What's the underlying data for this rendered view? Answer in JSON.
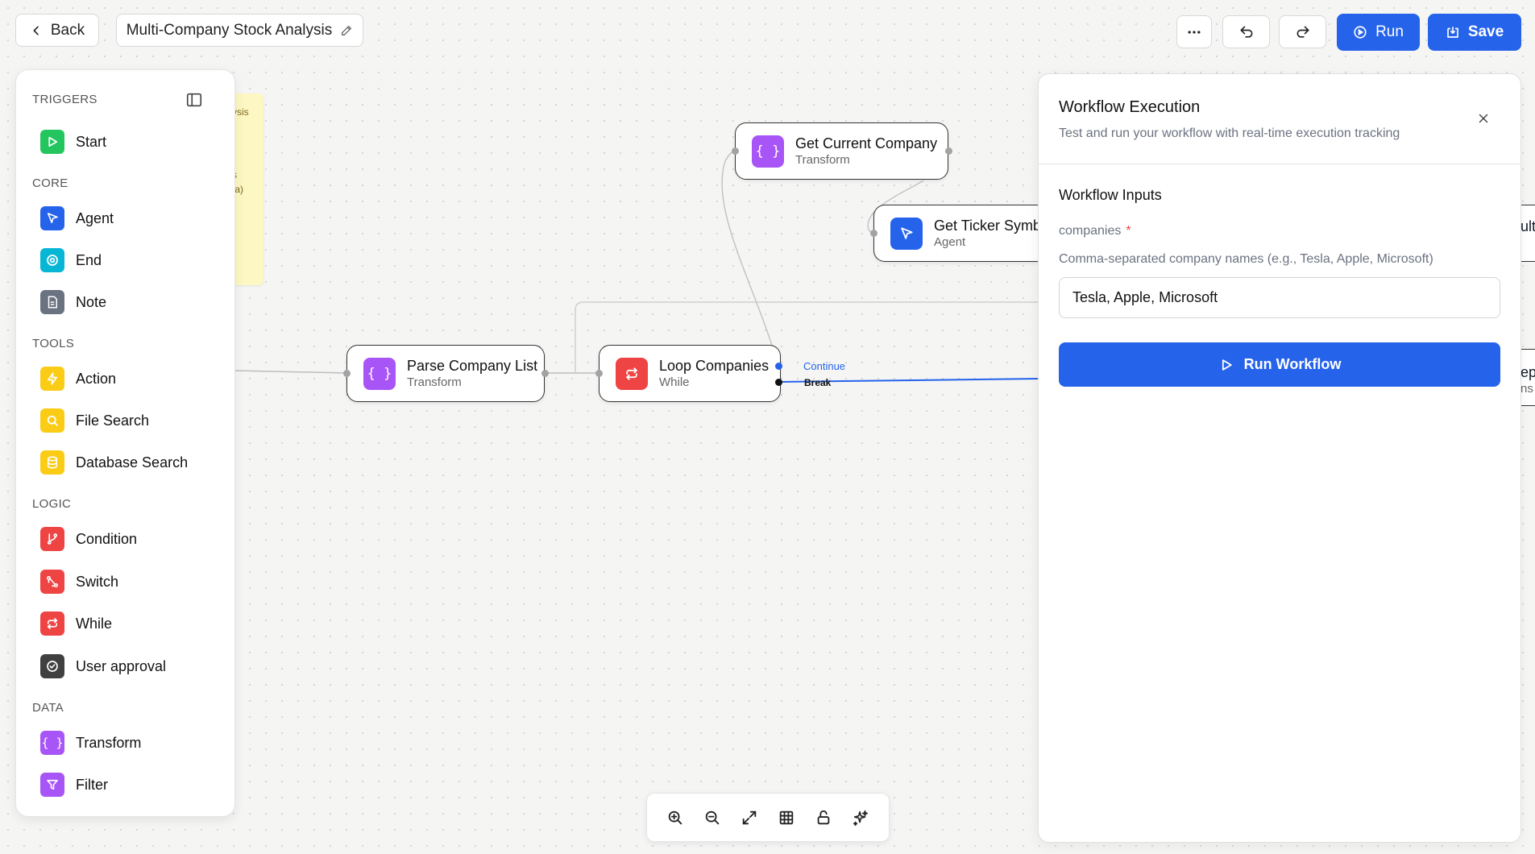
{
  "topbar": {
    "back_label": "Back",
    "workflow_title": "Multi-Company Stock Analysis",
    "run_label": "Run",
    "save_label": "Save"
  },
  "palette": {
    "sections": {
      "triggers": "TRIGGERS",
      "core": "CORE",
      "tools": "TOOLS",
      "logic": "LOGIC",
      "data": "DATA"
    },
    "items": {
      "start": "Start",
      "agent": "Agent",
      "end": "End",
      "note": "Note",
      "action": "Action",
      "file_search": "File Search",
      "database_search": "Database Search",
      "condition": "Condition",
      "switch": "Switch",
      "while": "While",
      "user_approval": "User approval",
      "transform": "Transform",
      "filter": "Filter"
    },
    "colors": {
      "start": "#22c55e",
      "agent": "#2563eb",
      "end": "#06b6d4",
      "note": "#6b7280",
      "tools": "#facc15",
      "logic": "#ef4444",
      "approval": "#404040",
      "data": "#a855f7"
    }
  },
  "note_fragment": {
    "line1": "ysis",
    "line2": "s",
    "line3": "ta)",
    "line4": "!"
  },
  "nodes": {
    "get_current_company": {
      "title": "Get Current Company",
      "subtitle": "Transform"
    },
    "get_ticker_symbol": {
      "title": "Get Ticker Symbo",
      "subtitle": "Agent"
    },
    "parse_company_list": {
      "title": "Parse Company List",
      "subtitle": "Transform"
    },
    "loop_companies": {
      "title": "Loop Companies",
      "subtitle": "While",
      "continue_label": "Continue",
      "break_label": "Break"
    },
    "hidden_right_1": {
      "title": "ult"
    },
    "hidden_right_2": {
      "title": "ep",
      "subtitle": "ns"
    }
  },
  "panel": {
    "title": "Workflow Execution",
    "subtitle": "Test and run your workflow with real-time execution tracking",
    "inputs_heading": "Workflow Inputs",
    "field_label": "companies",
    "required_mark": "*",
    "field_help": "Comma-separated company names (e.g., Tesla, Apple, Microsoft)",
    "field_value": "Tesla, Apple, Microsoft",
    "run_button": "Run Workflow"
  },
  "colors": {
    "accent": "#2563eb",
    "transform": "#a855f7",
    "while": "#ef4444",
    "agent": "#2563eb"
  }
}
